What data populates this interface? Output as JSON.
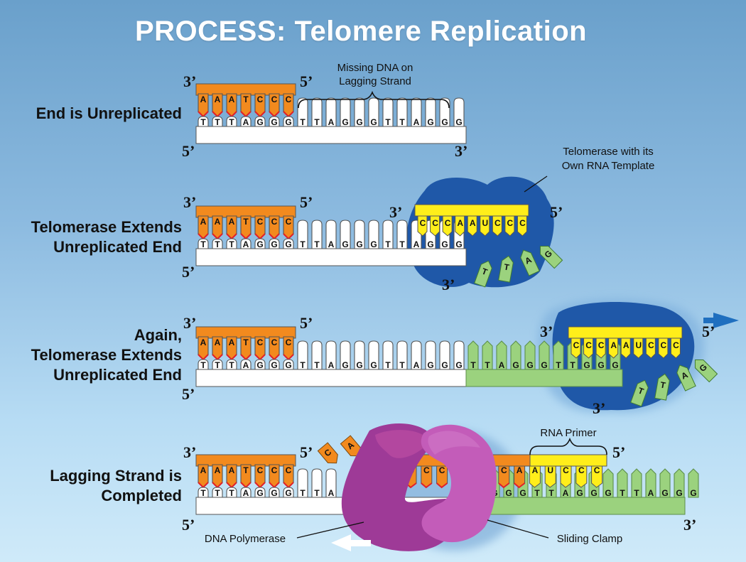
{
  "title": "PROCESS: Telomere Replication",
  "rows": [
    {
      "label": [
        "End is Unreplicated"
      ]
    },
    {
      "label": [
        "Telomerase Extends",
        "Unreplicated End"
      ]
    },
    {
      "label": [
        "Again,",
        "Telomerase Extends",
        "Unreplicated End"
      ]
    },
    {
      "label": [
        "Lagging Strand is",
        "Completed"
      ]
    }
  ],
  "ends": {
    "three": "3’",
    "five": "5’"
  },
  "sequences": {
    "lagging": [
      "A",
      "A",
      "A",
      "T",
      "C",
      "C",
      "C"
    ],
    "leading": [
      "T",
      "T",
      "T",
      "A",
      "G",
      "G",
      "G",
      "T",
      "T",
      "A",
      "G",
      "G",
      "G",
      "T",
      "T",
      "A",
      "G",
      "G",
      "G"
    ],
    "template": [
      "C",
      "C",
      "C",
      "A",
      "A",
      "U",
      "C",
      "C",
      "C"
    ],
    "extension": [
      "T",
      "T",
      "A",
      "G",
      "G",
      "G",
      "T",
      "T",
      "G",
      "G",
      "G"
    ],
    "extension_row4": [
      "G",
      "G",
      "G",
      "T",
      "T",
      "A",
      "G",
      "G",
      "G",
      "T",
      "T",
      "A",
      "G",
      "G",
      "G"
    ],
    "row4_top": [
      "C",
      "C",
      "C",
      "A",
      "C",
      "C",
      "C",
      "A",
      "A",
      "U",
      "C",
      "C",
      "C"
    ],
    "incoming": [
      "T",
      "T",
      "A",
      "G"
    ],
    "row4_incoming": [
      "C",
      "A",
      "A"
    ],
    "row4_bottom_visible": [
      "T",
      "T",
      "T",
      "A",
      "G",
      "G",
      "G",
      "T",
      "T",
      "A"
    ]
  },
  "annotations": {
    "missing_dna": [
      "Missing DNA on",
      "Lagging Strand"
    ],
    "telomerase": [
      "Telomerase with its",
      "Own RNA Template"
    ],
    "rna_primer": "RNA Primer",
    "dna_polymerase": "DNA Polymerase",
    "sliding_clamp": "Sliding Clamp"
  },
  "colors": {
    "background_top": "#6aa0cb",
    "background_bottom": "#cfeaf9",
    "dna_orange": "#f28a1e",
    "dna_white": "#ffffff",
    "new_dna_green": "#9bd27e",
    "rna_yellow": "#ffee1a",
    "telomerase_blue": "#1f58a8",
    "polymerase_purple": "#9e3a97",
    "clamp_purple": "#c35cb9",
    "arrow_blue": "#1f6fbf",
    "red_edge": "#e0202a"
  }
}
